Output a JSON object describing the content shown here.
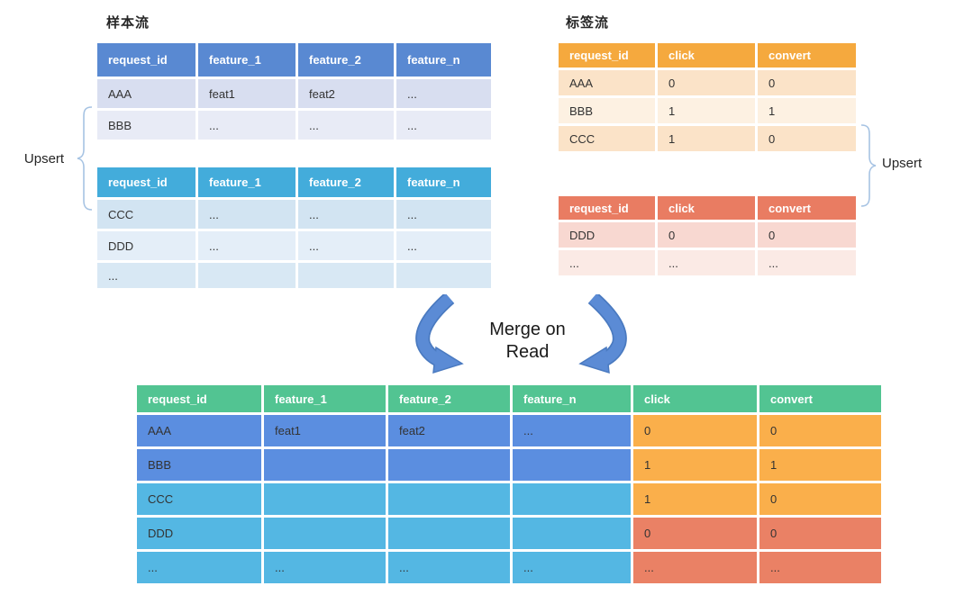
{
  "colors": {
    "canvas_bg": "#FFFFFF",
    "arrow_fill": "#5B8BD5",
    "arrow_outline": "#4A7AC0",
    "bracket": "#A6C3E3",
    "cell_text": "#333333",
    "header_text": "#FFFFFF"
  },
  "sample_stream": {
    "title": "样本流",
    "upsert_label": "Upsert",
    "table_top": {
      "headers": [
        "request_id",
        "feature_1",
        "feature_2",
        "feature_n"
      ],
      "header_bg": "#5989D2",
      "row_bgs": [
        "#D8DEF0",
        "#E8EBF6"
      ],
      "rows": [
        [
          "AAA",
          "feat1",
          "feat2",
          "..."
        ],
        [
          "BBB",
          "...",
          "...",
          "..."
        ]
      ]
    },
    "table_bottom": {
      "headers": [
        "request_id",
        "feature_1",
        "feature_2",
        "feature_n"
      ],
      "header_bg": "#43ACDB",
      "row_bgs": [
        "#D2E4F2",
        "#E4EEF8",
        "#D8E8F4"
      ],
      "rows": [
        [
          "CCC",
          "...",
          "...",
          "..."
        ],
        [
          "DDD",
          "...",
          "...",
          "..."
        ],
        [
          "...",
          "",
          "",
          ""
        ]
      ]
    }
  },
  "label_stream": {
    "title": "标签流",
    "upsert_label": "Upsert",
    "table_top": {
      "headers": [
        "request_id",
        "click",
        "convert"
      ],
      "header_bg": "#F5A93E",
      "row_bgs": [
        "#FBE3C8",
        "#FDF1E2"
      ],
      "rows": [
        [
          "AAA",
          "0",
          "0"
        ],
        [
          "BBB",
          "1",
          "1"
        ],
        [
          "CCC",
          "1",
          "0"
        ]
      ]
    },
    "table_bottom": {
      "headers": [
        "request_id",
        "click",
        "convert"
      ],
      "header_bg": "#E97C62",
      "row_bgs": [
        "#F8D8D1",
        "#FBEAE5"
      ],
      "rows": [
        [
          "DDD",
          "0",
          "0"
        ],
        [
          "...",
          "...",
          "..."
        ]
      ]
    }
  },
  "merge": {
    "lines": [
      "Merge on",
      "Read"
    ]
  },
  "merged_table": {
    "headers": [
      "request_id",
      "feature_1",
      "feature_2",
      "feature_n",
      "click",
      "convert"
    ],
    "header_bg": "#52C492",
    "cell_bgs": [
      [
        "#5B8EE0",
        "#5B8EE0",
        "#5B8EE0",
        "#5B8EE0",
        "#FAAF4B",
        "#FAAF4B"
      ],
      [
        "#5B8EE0",
        "#5B8EE0",
        "#5B8EE0",
        "#5B8EE0",
        "#FAAF4B",
        "#FAAF4B"
      ],
      [
        "#54B7E3",
        "#54B7E3",
        "#54B7E3",
        "#54B7E3",
        "#FAAF4B",
        "#FAAF4B"
      ],
      [
        "#54B7E3",
        "#54B7E3",
        "#54B7E3",
        "#54B7E3",
        "#EA8165",
        "#EA8165"
      ],
      [
        "#54B7E3",
        "#54B7E3",
        "#54B7E3",
        "#54B7E3",
        "#EA8165",
        "#EA8165"
      ]
    ],
    "rows": [
      [
        "AAA",
        "feat1",
        "feat2",
        "...",
        "0",
        "0"
      ],
      [
        "BBB",
        "",
        "",
        "",
        "1",
        "1"
      ],
      [
        "CCC",
        "",
        "",
        "",
        "1",
        "0"
      ],
      [
        "DDD",
        "",
        "",
        "",
        "0",
        "0"
      ],
      [
        "...",
        "...",
        "...",
        "...",
        "...",
        "..."
      ]
    ]
  }
}
